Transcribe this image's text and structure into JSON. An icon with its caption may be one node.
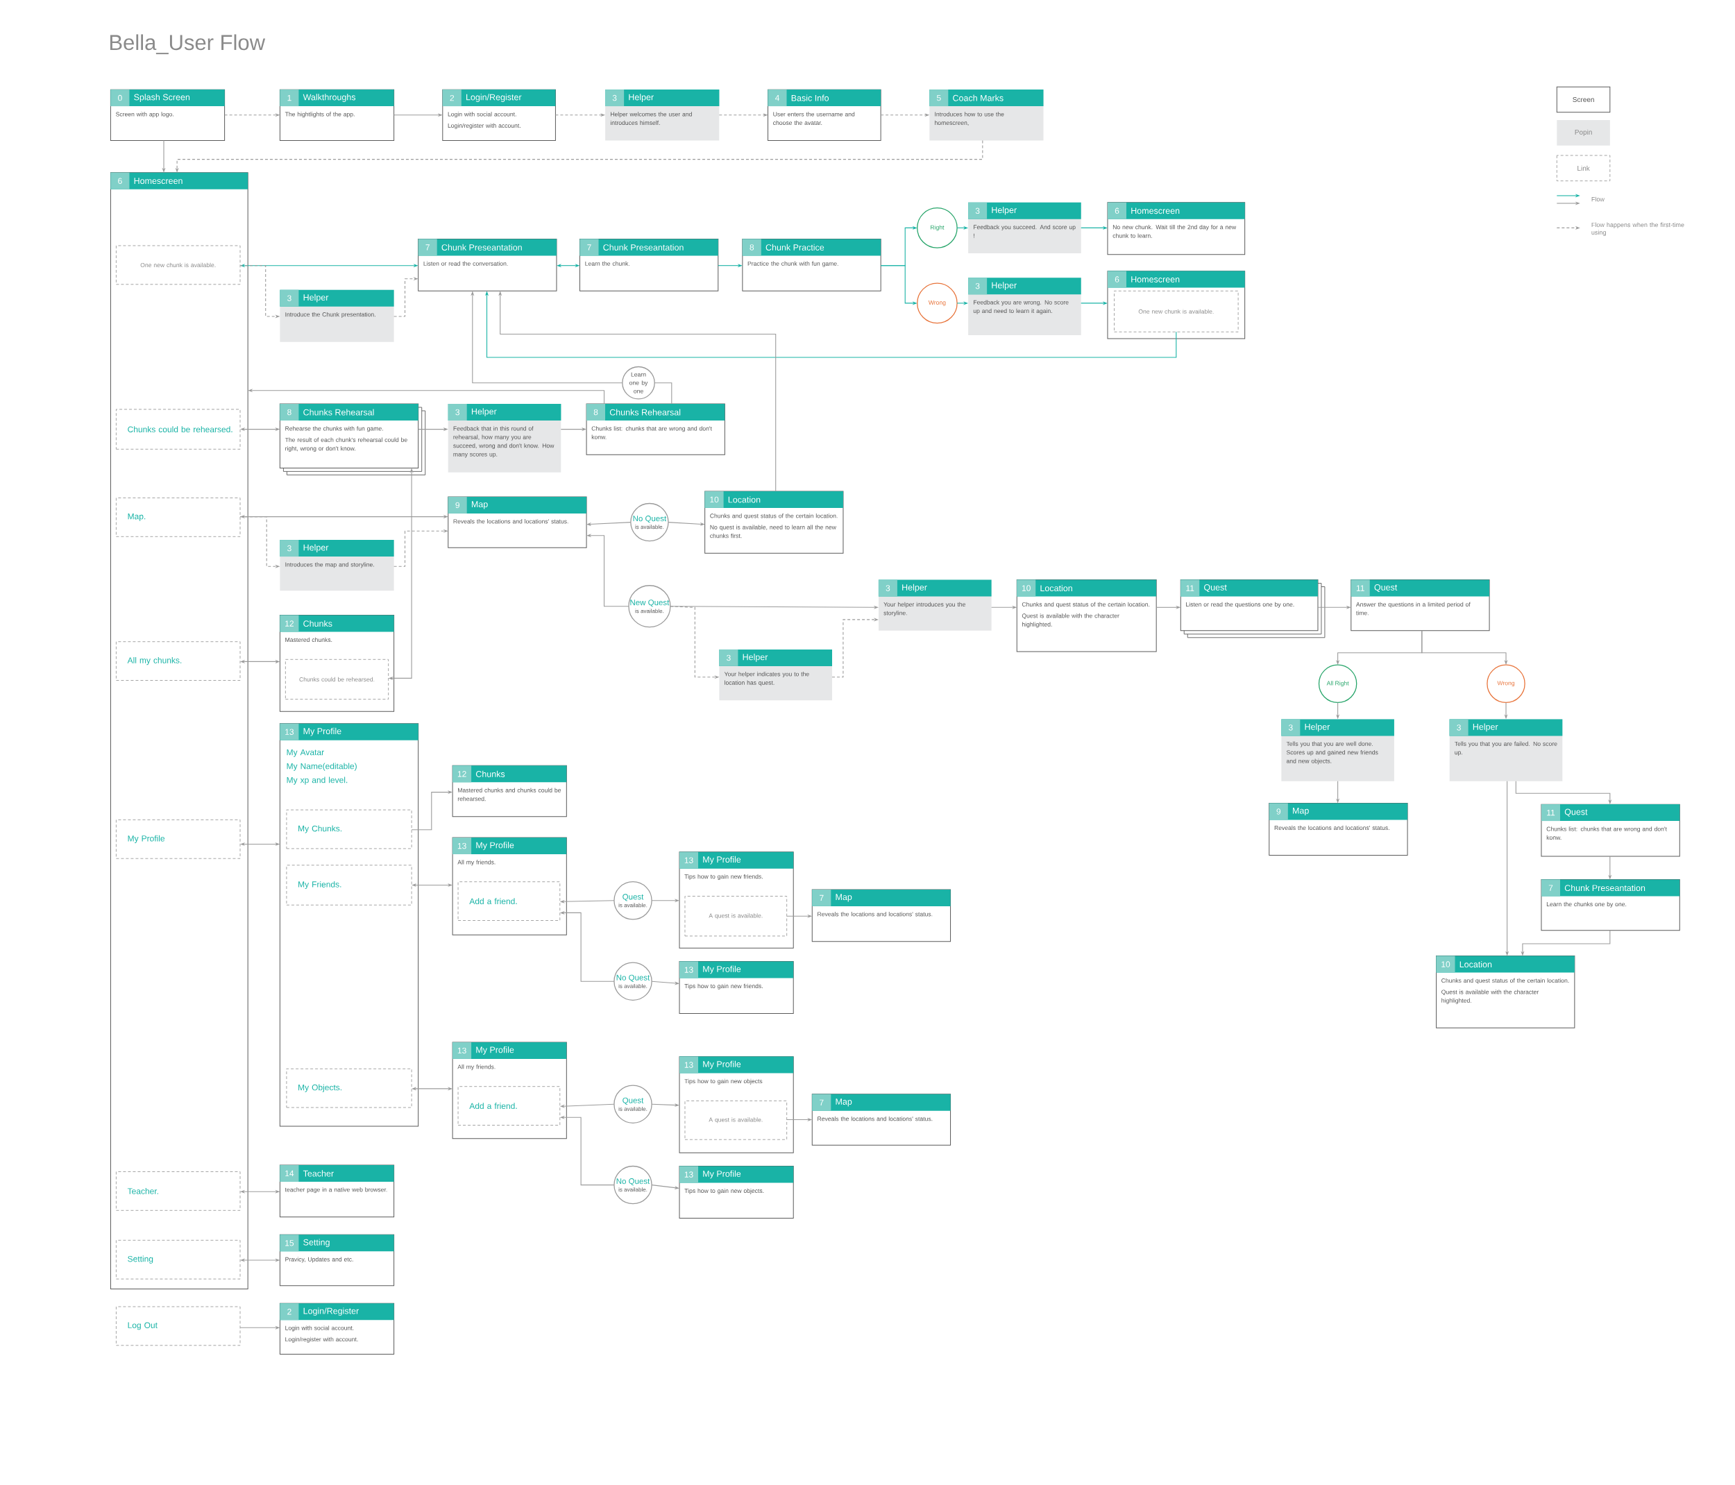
{
  "diagram": {
    "title": "Bella_User Flow",
    "nodes": [
      {
        "text": [
          "0",
          "Splash Screen",
          "Screen with app logo."
        ]
      },
      {
        "text": [
          "1",
          "Walkthroughs",
          "The hightlights of the app."
        ]
      },
      {
        "text": [
          "2",
          "Login/Register",
          "Login with social account.",
          "Login/register with account."
        ]
      },
      {
        "text": [
          "3",
          "Helper",
          "Helper welcomes the user and introduces himself."
        ]
      },
      {
        "text": [
          "4",
          "Basic Info",
          "User enters the username and choose the avatar."
        ]
      },
      {
        "text": [
          "5",
          "Coach Marks",
          "Introduces how to use the homescreen,"
        ]
      },
      {
        "text": [
          "6",
          "Homescreen"
        ]
      },
      {
        "text": [
          "One new chunk is available."
        ],
        "in": 6
      },
      {
        "text": [
          "3",
          "Helper",
          "Introduce the Chunk presentation."
        ]
      },
      {
        "text": [
          "7",
          "Chunk Preseantation",
          "Listen or read the conversation."
        ]
      },
      {
        "text": [
          "7",
          "Chunk Preseantation",
          "Learn the chunk."
        ]
      },
      {
        "text": [
          "8",
          "Chunk Practice",
          "Practice the chunk with fun game."
        ]
      },
      {
        "text": [
          "Right"
        ]
      },
      {
        "text": [
          "Wrong"
        ]
      },
      {
        "text": [
          "3",
          "Helper",
          "Feedback you succeed. And score up !"
        ]
      },
      {
        "text": [
          "3",
          "Helper",
          "Feedback you are wrong. No score up and need to learn it again."
        ]
      },
      {
        "text": [
          "6",
          "Homescreen",
          "No new chunk. Wait till the 2nd day for a new chunk to learn."
        ]
      },
      {
        "text": [
          "6",
          "Homescreen"
        ]
      },
      {
        "text": [
          "One new chunk is available."
        ],
        "in": 17
      },
      {
        "text": [
          "Learn one by one"
        ]
      },
      {
        "text": [
          "Chunks could be rehearsed."
        ],
        "in": 6
      },
      {
        "text": [
          "8",
          "Chunks Rehearsal",
          "Rehearse the chunks with fun game.",
          "The result of each chunk's rehearsal could be right, wrong or don't know."
        ]
      },
      {
        "text": [
          "3",
          "Helper",
          "Feedback that in this round of rehearsal, how many you are succeed, wrong and don't know. How many scores up."
        ]
      },
      {
        "text": [
          "8",
          "Chunks Rehearsal",
          "Chunks list: chunks that are wrong and don't konw."
        ]
      },
      {
        "text": [
          "Map."
        ],
        "in": 6
      },
      {
        "text": [
          "3",
          "Helper",
          "Introduces the map and storyline."
        ]
      },
      {
        "text": [
          "9",
          "Map",
          "Reveals the locations and locations' status."
        ]
      },
      {
        "text": [
          "No Quest",
          "is available."
        ]
      },
      {
        "text": [
          "10",
          "Location",
          "Chunks and quest status of the certain location.",
          "No quest is available, need to learn all the new chunks first."
        ]
      },
      {
        "text": [
          "All my chunks."
        ],
        "in": 6
      },
      {
        "text": [
          "12",
          "Chunks",
          "Mastered chunks."
        ]
      },
      {
        "text": [
          "Chunks could be rehearsed."
        ],
        "in": 30
      },
      {
        "text": [
          "New Quest",
          "is available."
        ]
      },
      {
        "text": [
          "3",
          "Helper",
          "Your helper indicates you to the location has quest."
        ]
      },
      {
        "text": [
          "3",
          "Helper",
          "Your helper introduces you the storyline."
        ]
      },
      {
        "text": [
          "10",
          "Location",
          "Chunks and quest status of the certain location.",
          "Quest is available with the character highlighted."
        ]
      },
      {
        "text": [
          "11",
          "Quest",
          "Listen or read the questions one by one."
        ]
      },
      {
        "text": [
          "11",
          "Quest",
          "Answer the questions in a limited period of time."
        ]
      },
      {
        "text": [
          "All Right"
        ]
      },
      {
        "text": [
          "Wrong"
        ]
      },
      {
        "text": [
          "3",
          "Helper",
          "Tells you that you are well done. Scores up and gained new friends and new objects."
        ]
      },
      {
        "text": [
          "3",
          "Helper",
          "Tells you that you are failed. No score up."
        ]
      },
      {
        "text": [
          "9",
          "Map",
          "Reveals the locations and locations' status."
        ]
      },
      {
        "text": [
          "11",
          "Quest",
          "Chunks list: chunks that are wrong and don't konw."
        ]
      },
      {
        "text": [
          "7",
          "Chunk Preseantation",
          "Learn the chunks one by one."
        ]
      },
      {
        "text": [
          "10",
          "Location",
          "Chunks and quest status of the certain location.",
          "Quest is available with the character highlighted."
        ]
      },
      {
        "text": [
          "My Profile"
        ],
        "in": 6
      },
      {
        "text": [
          "13",
          "My Profile",
          "My Avatar",
          "My Name(editable)",
          "My xp and level."
        ]
      },
      {
        "text": [
          "My Chunks."
        ],
        "in": 47
      },
      {
        "text": [
          "My Friends."
        ],
        "in": 47
      },
      {
        "text": [
          "My Objects."
        ],
        "in": 47
      },
      {
        "text": [
          "12",
          "Chunks",
          "Mastered chunks and chunks could be rehearsed."
        ]
      },
      {
        "text": [
          "13",
          "My Profile",
          "All my friends."
        ]
      },
      {
        "text": [
          "Add a friend."
        ],
        "in": 52
      },
      {
        "text": [
          "Quest",
          "is available."
        ]
      },
      {
        "text": [
          "No Quest",
          "is available."
        ]
      },
      {
        "text": [
          "13",
          "My Profile",
          "Tips how to gain new friends."
        ]
      },
      {
        "text": [
          "A quest is available."
        ],
        "in": 56
      },
      {
        "text": [
          "7",
          "Map",
          "Reveals the locations and locations' status."
        ]
      },
      {
        "text": [
          "13",
          "My Profile",
          "Tips how to gain new friends."
        ]
      },
      {
        "text": [
          "13",
          "My Profile",
          "All my friends."
        ]
      },
      {
        "text": [
          "Add a friend."
        ],
        "in": 60
      },
      {
        "text": [
          "Quest",
          "is available."
        ]
      },
      {
        "text": [
          "No Quest",
          "is available."
        ]
      },
      {
        "text": [
          "13",
          "My Profile",
          "Tips how to gain new objects"
        ]
      },
      {
        "text": [
          "A quest is available."
        ],
        "in": 64
      },
      {
        "text": [
          "7",
          "Map",
          "Reveals the locations and locations' status."
        ]
      },
      {
        "text": [
          "13",
          "My Profile",
          "Tips how to gain new objects."
        ]
      },
      {
        "text": [
          "Teacher."
        ],
        "in": 6
      },
      {
        "text": [
          "14",
          "Teacher",
          "teacher page in a native web browser."
        ]
      },
      {
        "text": [
          "Setting"
        ],
        "in": 6
      },
      {
        "text": [
          "15",
          "Setting",
          "Pravicy, Updates and etc."
        ]
      },
      {
        "text": [
          "Log Out"
        ]
      },
      {
        "text": [
          "2",
          "Login/Register",
          "Login with social account.",
          "Login/register with account."
        ]
      }
    ],
    "edges": [
      {
        "from": 0,
        "to": 1,
        "arrow": "to",
        "style": "dashed"
      },
      {
        "from": 0,
        "to": 6,
        "arrow": "to"
      },
      {
        "from": 1,
        "to": 2,
        "arrow": "to"
      },
      {
        "from": 2,
        "to": 3,
        "arrow": "to",
        "style": "dashed"
      },
      {
        "from": 3,
        "to": 4,
        "arrow": "to",
        "style": "dashed"
      },
      {
        "from": 4,
        "to": 5,
        "arrow": "to",
        "style": "dashed"
      },
      {
        "from": 5,
        "to": 6,
        "arrow": "to",
        "style": "dashed"
      },
      {
        "from": 7,
        "to": 9,
        "arrow": "both",
        "color": "#19b3a6"
      },
      {
        "from": 7,
        "to": 8,
        "arrow": "to",
        "style": "dashed"
      },
      {
        "from": 8,
        "to": 9,
        "arrow": "to",
        "style": "dashed"
      },
      {
        "from": 9,
        "to": 10,
        "arrow": "both",
        "color": "#19b3a6"
      },
      {
        "from": 10,
        "to": 11,
        "arrow": "to",
        "color": "#19b3a6"
      },
      {
        "from": 11,
        "to": 12,
        "arrow": "to",
        "color": "#19b3a6"
      },
      {
        "from": 11,
        "to": 13,
        "arrow": "to",
        "color": "#19b3a6"
      },
      {
        "from": 12,
        "to": 14,
        "arrow": "to",
        "color": "#19b3a6"
      },
      {
        "from": 13,
        "to": 15,
        "arrow": "to",
        "color": "#19b3a6"
      },
      {
        "from": 14,
        "to": 16,
        "arrow": "to",
        "color": "#19b3a6"
      },
      {
        "from": 15,
        "to": 17,
        "arrow": "to",
        "color": "#19b3a6"
      },
      {
        "from": 18,
        "to": 9,
        "arrow": "to",
        "color": "#19b3a6"
      },
      {
        "from": 23,
        "to": 19,
        "arrow": "none"
      },
      {
        "from": 19,
        "to": 9,
        "arrow": "to"
      },
      {
        "from": 23,
        "to": 6,
        "arrow": "to"
      },
      {
        "from": 28,
        "to": 9,
        "arrow": "to"
      },
      {
        "from": 20,
        "to": 21,
        "arrow": "both"
      },
      {
        "from": 21,
        "to": 22,
        "arrow": "to"
      },
      {
        "from": 22,
        "to": 23,
        "arrow": "to"
      },
      {
        "from": 24,
        "to": 26,
        "arrow": "both"
      },
      {
        "from": 24,
        "to": 25,
        "arrow": "to",
        "style": "dashed"
      },
      {
        "from": 25,
        "to": 26,
        "arrow": "to",
        "style": "dashed"
      },
      {
        "from": 27,
        "to": 26,
        "arrow": "to"
      },
      {
        "from": 27,
        "to": 28,
        "arrow": "to"
      },
      {
        "from": 29,
        "to": 30,
        "arrow": "both"
      },
      {
        "from": 31,
        "to": 21,
        "arrow": "both"
      },
      {
        "from": 32,
        "to": 26,
        "arrow": "to"
      },
      {
        "from": 32,
        "to": 34,
        "arrow": "to"
      },
      {
        "from": 32,
        "to": 33,
        "arrow": "to",
        "style": "dashed"
      },
      {
        "from": 33,
        "to": 34,
        "arrow": "to",
        "style": "dashed"
      },
      {
        "from": 34,
        "to": 35,
        "arrow": "to"
      },
      {
        "from": 35,
        "to": 36,
        "arrow": "to"
      },
      {
        "from": 36,
        "to": 37,
        "arrow": "to"
      },
      {
        "from": 37,
        "to": 38,
        "arrow": "to"
      },
      {
        "from": 37,
        "to": 39,
        "arrow": "to"
      },
      {
        "from": 38,
        "to": 40,
        "arrow": "to"
      },
      {
        "from": 39,
        "to": 41,
        "arrow": "to"
      },
      {
        "from": 40,
        "to": 42,
        "arrow": "to"
      },
      {
        "from": 41,
        "to": 43,
        "arrow": "to"
      },
      {
        "from": 43,
        "to": 44,
        "arrow": "to"
      },
      {
        "from": 44,
        "to": 45,
        "arrow": "to"
      },
      {
        "from": 41,
        "to": 45,
        "arrow": "to"
      },
      {
        "from": 46,
        "to": 47,
        "arrow": "both"
      },
      {
        "from": 48,
        "to": 51,
        "arrow": "to"
      },
      {
        "from": 49,
        "to": 52,
        "arrow": "both"
      },
      {
        "from": 54,
        "to": 53,
        "arrow": "to"
      },
      {
        "from": 55,
        "to": 53,
        "arrow": "to"
      },
      {
        "from": 54,
        "to": 56,
        "arrow": "to"
      },
      {
        "from": 55,
        "to": 59,
        "arrow": "to"
      },
      {
        "from": 57,
        "to": 58,
        "arrow": "to"
      },
      {
        "from": 50,
        "to": 60,
        "arrow": "both"
      },
      {
        "from": 62,
        "to": 61,
        "arrow": "to"
      },
      {
        "from": 63,
        "to": 61,
        "arrow": "to"
      },
      {
        "from": 62,
        "to": 64,
        "arrow": "to"
      },
      {
        "from": 63,
        "to": 67,
        "arrow": "to"
      },
      {
        "from": 65,
        "to": 66,
        "arrow": "to"
      },
      {
        "from": 68,
        "to": 69,
        "arrow": "both"
      },
      {
        "from": 70,
        "to": 71,
        "arrow": "both"
      },
      {
        "from": 72,
        "to": 73,
        "arrow": "to"
      }
    ],
    "legend": [
      {
        "text": "Screen"
      },
      {
        "text": "Popin",
        "color": "#e6e7e8"
      },
      {
        "text": "Link"
      },
      {
        "text": "Flow"
      },
      {
        "text": "Flow happens when the first-time using"
      }
    ]
  }
}
